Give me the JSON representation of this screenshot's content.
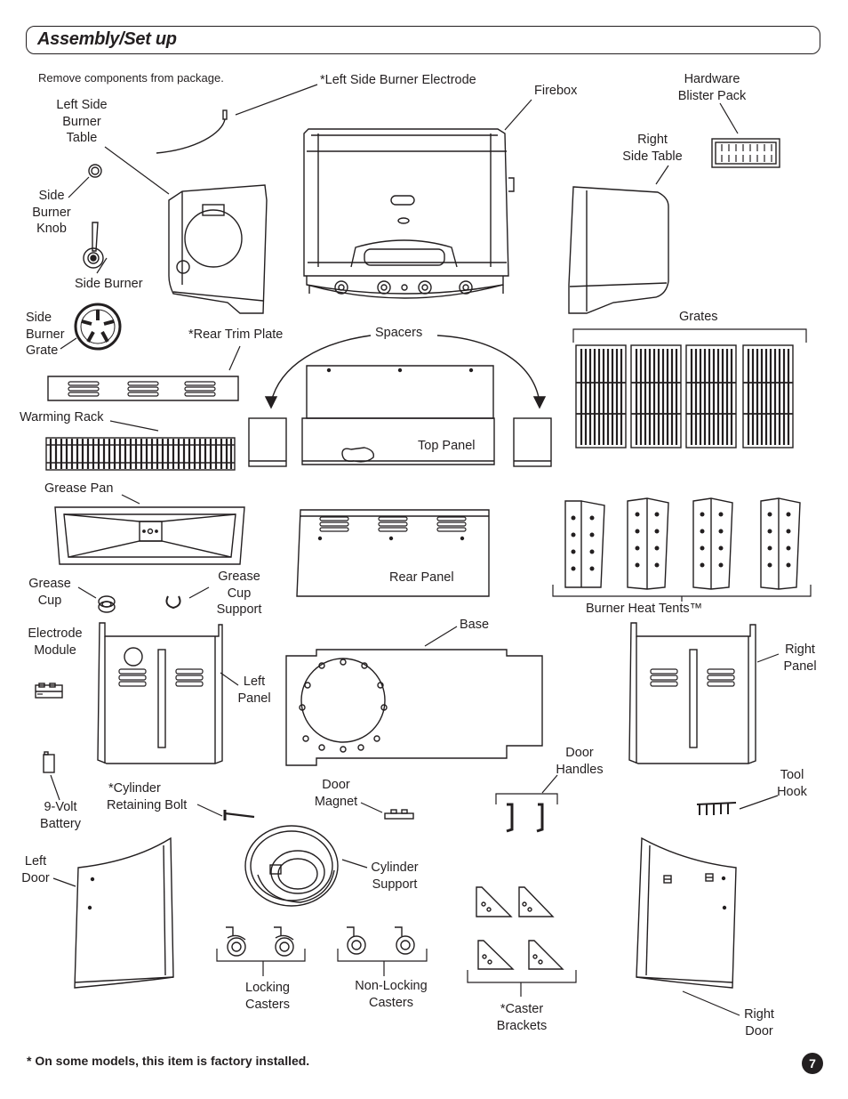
{
  "header": {
    "title": "Assembly/Set up"
  },
  "intro": "Remove components from package.",
  "labels": {
    "left_side_burner_electrode": "*Left Side Burner Electrode",
    "firebox": "Firebox",
    "hardware_blister_pack": [
      "Hardware",
      "Blister Pack"
    ],
    "left_side_burner_table": [
      "Left Side",
      "Burner",
      "Table"
    ],
    "right_side_table": [
      "Right",
      "Side Table"
    ],
    "side_burner_knob": [
      "Side",
      "Burner",
      "Knob"
    ],
    "side_burner": "Side Burner",
    "side_burner_grate": [
      "Side",
      "Burner",
      "Grate"
    ],
    "rear_trim_plate": "*Rear Trim Plate",
    "spacers": "Spacers",
    "grates": "Grates",
    "warming_rack": "Warming Rack",
    "top_panel": "Top Panel",
    "grease_pan": "Grease Pan",
    "rear_panel": "Rear Panel",
    "grease_cup": [
      "Grease",
      "Cup"
    ],
    "grease_cup_support": [
      "Grease",
      "Cup",
      "Support"
    ],
    "burner_heat_tents": "Burner Heat Tents™",
    "electrode_module": [
      "Electrode",
      "Module"
    ],
    "base": "Base",
    "left_panel": [
      "Left",
      "Panel"
    ],
    "right_panel": [
      "Right",
      "Panel"
    ],
    "door_handles": [
      "Door",
      "Handles"
    ],
    "tool_hook": [
      "Tool",
      "Hook"
    ],
    "nine_volt_battery": [
      "9-Volt",
      "Battery"
    ],
    "cylinder_retaining_bolt": [
      "*Cylinder",
      "Retaining Bolt"
    ],
    "door_magnet": [
      "Door",
      "Magnet"
    ],
    "left_door": [
      "Left",
      "Door"
    ],
    "cylinder_support": [
      "Cylinder",
      "Support"
    ],
    "locking_casters": [
      "Locking",
      "Casters"
    ],
    "non_locking_casters": [
      "Non-Locking",
      "Casters"
    ],
    "caster_brackets": [
      "*Caster",
      "Brackets"
    ],
    "right_door": [
      "Right",
      "Door"
    ]
  },
  "footnote": "* On some models, this item is factory installed.",
  "page_number": "7"
}
